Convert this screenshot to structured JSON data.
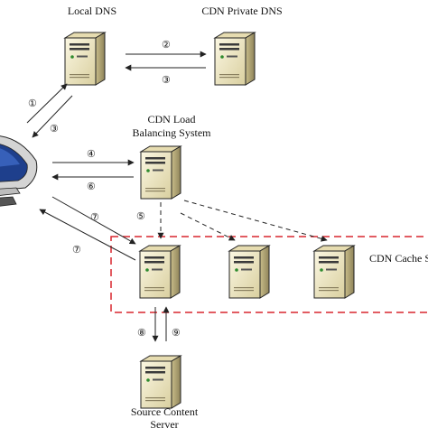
{
  "nodes": {
    "local_dns": "Local DNS",
    "cdn_private_dns": "CDN Private DNS",
    "load_balancing_line1": "CDN Load",
    "load_balancing_line2": "Balancing System",
    "cache_servers": "CDN Cache S",
    "source_line1": "Source Content",
    "source_line2": "Server"
  },
  "steps": {
    "s1": "①",
    "s2": "②",
    "s3a": "③",
    "s3b": "③",
    "s4": "④",
    "s5": "⑤",
    "s6": "⑥",
    "s7a": "⑦",
    "s7b": "⑦",
    "s8": "⑧",
    "s9": "⑨"
  },
  "colors": {
    "cache_box_border": "#d9272e",
    "server_body": "#f1ebc8",
    "server_side": "#b3a77a",
    "line": "#222222"
  }
}
